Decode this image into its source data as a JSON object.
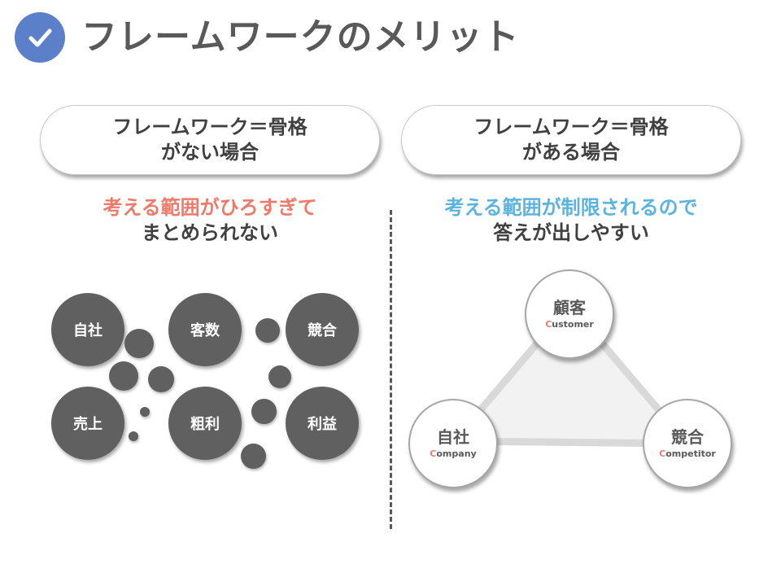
{
  "title": "フレームワークのメリット",
  "colors": {
    "accent_blue": "#5b7fc8",
    "highlight_red": "#f07a6a",
    "highlight_blue": "#5bb4e0",
    "dark_gray": "#595959"
  },
  "left": {
    "pill_line1": "フレームワーク＝骨格",
    "pill_line2": "がない場合",
    "caption_line1": "考える範囲がひろすぎて",
    "caption_line2": "まとめられない",
    "circles": [
      "自社",
      "客数",
      "競合",
      "売上",
      "粗利",
      "利益"
    ]
  },
  "right": {
    "pill_line1": "フレームワーク＝骨格",
    "pill_line2": "がある場合",
    "caption_line1": "考える範囲が制限されるので",
    "caption_line2": "答えが出しやすい",
    "nodes": [
      {
        "jp": "顧客",
        "initial": "C",
        "rest": "ustomer"
      },
      {
        "jp": "自社",
        "initial": "C",
        "rest": "ompany"
      },
      {
        "jp": "競合",
        "initial": "C",
        "rest": "ompetitor"
      }
    ]
  }
}
